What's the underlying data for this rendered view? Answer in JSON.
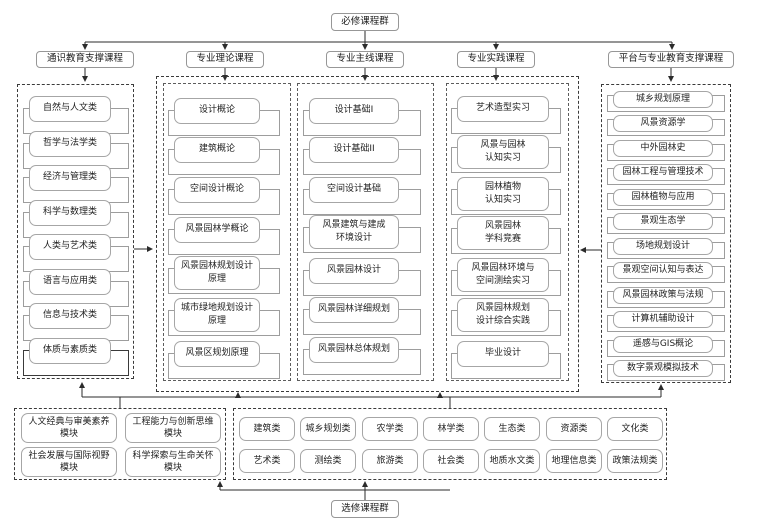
{
  "top_node": {
    "label": "必修课程群"
  },
  "bottom_node": {
    "label": "选修课程群"
  },
  "colors": {
    "line": "#2b2b2b",
    "box_border": "#a6a6a6",
    "frame_dash": "#3a3a3a"
  },
  "columns": [
    {
      "header": "通识教育支撑课程",
      "items": [
        "自然与人文类",
        "哲学与法学类",
        "经济与管理类",
        "科学与数理类",
        "人类与艺术类",
        "语言与应用类",
        "信息与技术类",
        "体质与素质类"
      ]
    },
    {
      "header": "专业理论课程",
      "items": [
        "设计概论",
        "建筑概论",
        "空间设计概论",
        "风景园林学概论",
        "风景园林规划设计\n原理",
        "城市绿地规划设计\n原理",
        "风景区规划原理"
      ]
    },
    {
      "header": "专业主线课程",
      "items": [
        "设计基础I",
        "设计基础II",
        "空间设计基础",
        "风景建筑与建成\n环境设计",
        "风景园林设计",
        "风景园林详细规划",
        "风景园林总体规划"
      ]
    },
    {
      "header": "专业实践课程",
      "items": [
        "艺术造型实习",
        "风景与园林\n认知实习",
        "园林植物\n认知实习",
        "风景园林\n学科竞赛",
        "风景园林环境与\n空间测绘实习",
        "风景园林规划\n设计综合实践",
        "毕业设计"
      ]
    },
    {
      "header": "平台与专业教育支撑课程",
      "items": [
        "城乡规划原理",
        "风景资源学",
        "中外园林史",
        "园林工程与管理技术",
        "园林植物与应用",
        "景观生态学",
        "场地规划设计",
        "景观空间认知与表达",
        "风景园林政策与法规",
        "计算机辅助设计",
        "遥感与GIS概论",
        "数字景观模拟技术"
      ]
    }
  ],
  "elective_modules": [
    "人文经典与审美素养\n模块",
    "工程能力与创新思维\n模块",
    "社会发展与国际视野\n模块",
    "科学探索与生命关怀\n模块"
  ],
  "elective_categories": [
    [
      "建筑类",
      "城乡规划类",
      "农学类",
      "林学类",
      "生态类",
      "资源类",
      "文化类"
    ],
    [
      "艺术类",
      "测绘类",
      "旅游类",
      "社会类",
      "地质水文类",
      "地理信息类",
      "政策法规类"
    ]
  ]
}
